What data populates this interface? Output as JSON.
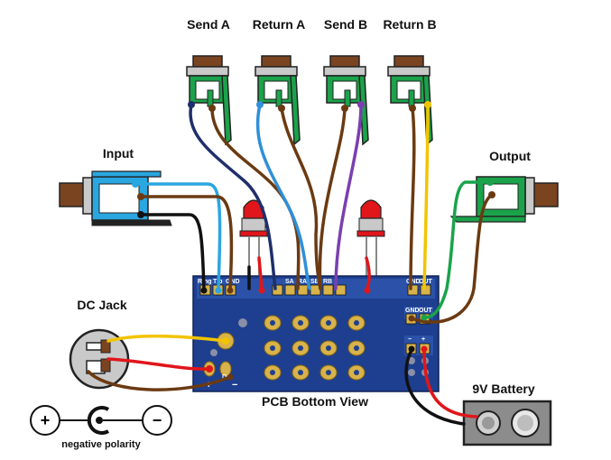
{
  "labels": {
    "send_a": "Send A",
    "return_a": "Return A",
    "send_b": "Send B",
    "return_b": "Return B",
    "input": "Input",
    "output": "Output",
    "dc_jack": "DC Jack",
    "pcb": "PCB Bottom View",
    "battery": "9V Battery",
    "polarity": "negative polarity"
  },
  "pcb_text": {
    "ring": "Ring",
    "tip": "Tip",
    "gnd_in": "GND",
    "sa": "SA",
    "ra": "RA",
    "sb": "SB",
    "rb": "RB",
    "out_gnd": "GND",
    "out": "OUT",
    "gnd_top": "GND",
    "out_top": "OUT",
    "minus": "−",
    "plus": "+",
    "dc": "DC"
  },
  "symbols": {
    "plus": "+",
    "minus": "−"
  },
  "colors": {
    "pcb": "#1e3f8f",
    "jack_green": "#1aa34a",
    "jack_blue": "#2aa6e0",
    "wire_brown": "#6b3a12",
    "wire_navy": "#1f2f6b",
    "wire_blue": "#2f8fd8",
    "wire_purple": "#7b3fb0",
    "wire_yellow": "#f2c400",
    "wire_green": "#1aa34a",
    "wire_red": "#e0161b",
    "wire_black": "#111111",
    "led_red": "#e0161b",
    "pad_gold": "#d8b24a"
  }
}
